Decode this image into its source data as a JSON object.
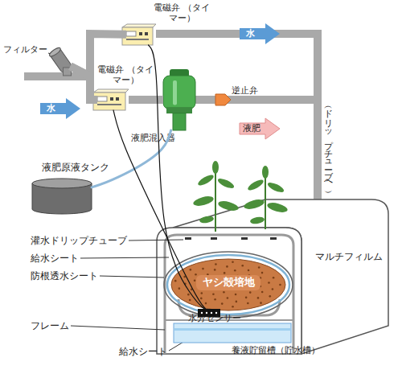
{
  "diagram": {
    "nodes": [
      {
        "text": [
          "電磁弁 （タイマー）"
        ]
      },
      {
        "text": [
          "フィルター"
        ]
      },
      {
        "text": [
          "電磁弁 （タイマー）"
        ]
      },
      {
        "text": [
          "液肥混入器"
        ]
      },
      {
        "text": [
          "液肥原液タンク"
        ]
      },
      {
        "text": [
          "ヤシ殻培地"
        ]
      },
      {
        "text": [
          "水分センサー"
        ]
      },
      {
        "text": [
          "養液貯留槽（貯水槽）"
        ]
      }
    ],
    "edges": [
      {
        "from": 1,
        "to": 0,
        "arrow": "none"
      },
      {
        "from": 1,
        "to": 2,
        "arrow": "none"
      },
      {
        "from": 2,
        "to": 3,
        "arrow": "none"
      },
      {
        "from": 4,
        "to": 3,
        "arrow": "none"
      },
      {
        "from": 0,
        "to": 6,
        "arrow": "none"
      },
      {
        "from": 2,
        "to": 6,
        "arrow": "none"
      }
    ],
    "labels": [
      "水",
      "水",
      "逆止弁",
      "液肥",
      "（ドリップチューブへ）",
      "灌水ドリップチューブ",
      "給水シート",
      "防根透水シート",
      "マルチフィルム",
      "フレーム",
      "給水シート"
    ]
  }
}
